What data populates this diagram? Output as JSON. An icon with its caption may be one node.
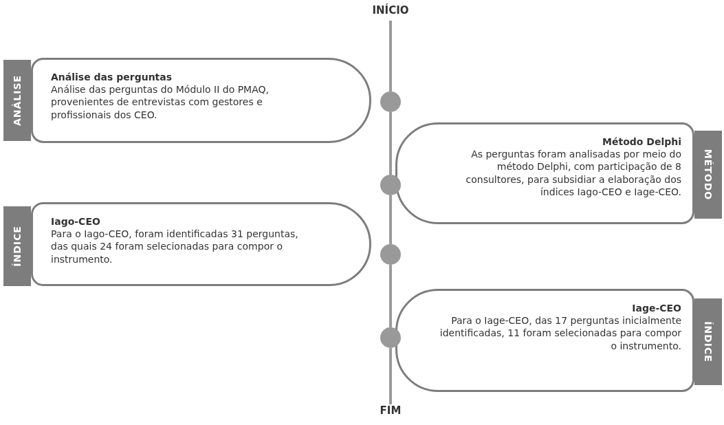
{
  "diagram": {
    "nodes": [
      {
        "text": [
          "INÍCIO"
        ]
      },
      {
        "text": [
          "ANÁLISE"
        ]
      },
      {
        "text": [
          "Análise das perguntas",
          "Análise das perguntas do Módulo II do PMAQ, provenientes de entrevistas com gestores e profissionais dos CEO."
        ]
      },
      {
        "text": [],
        "shape": "circle"
      },
      {
        "text": [
          "Método Delphi",
          "As perguntas foram analisadas por meio do método Delphi, com participação de 8 consultores, para subsidiar a elaboração dos índices Iago-CEO e Iage-CEO."
        ]
      },
      {
        "text": [
          "MÉTODO"
        ]
      },
      {
        "text": [],
        "shape": "circle"
      },
      {
        "text": [
          "ÍNDICE"
        ]
      },
      {
        "text": [
          "Iago-CEO",
          "Para o Iago-CEO, foram identificadas 31 perguntas, das quais 24 foram selecionadas para compor o instrumento."
        ]
      },
      {
        "text": [],
        "shape": "circle"
      },
      {
        "text": [
          "Iage-CEO",
          "Para o Iage-CEO, das 17 perguntas inicialmente identificadas, 11 foram selecionadas para compor o instrumento."
        ]
      },
      {
        "text": [
          "ÍNDICE"
        ]
      },
      {
        "text": [],
        "shape": "circle"
      },
      {
        "text": [
          "FIM"
        ]
      }
    ],
    "edges": [
      {
        "from": 0,
        "to": 3,
        "arrow": "none"
      },
      {
        "from": 3,
        "to": 6,
        "arrow": "none"
      },
      {
        "from": 6,
        "to": 9,
        "arrow": "none"
      },
      {
        "from": 9,
        "to": 12,
        "arrow": "none"
      },
      {
        "from": 12,
        "to": 13,
        "arrow": "none"
      }
    ]
  }
}
